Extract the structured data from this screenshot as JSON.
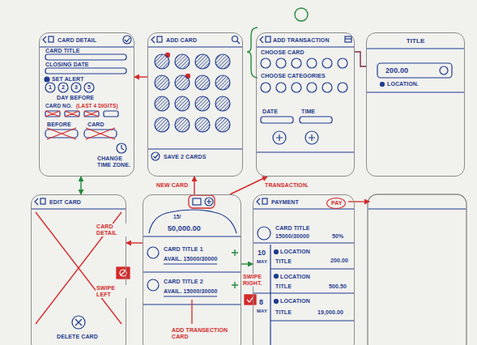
{
  "diagram": {
    "nodes": [
      {
        "text": [
          "CARD DETAIL"
        ]
      },
      {
        "text": [
          "ADD CARD"
        ]
      },
      {
        "text": [
          "ADD TRANSACTION"
        ]
      },
      {
        "text": [
          "TITLE"
        ]
      },
      {
        "text": [
          "EDIT CARD"
        ]
      },
      {
        "text": [
          "50,000.00"
        ]
      },
      {
        "text": [
          "PAYMENT"
        ]
      },
      {
        "text": [
          "PAY"
        ],
        "in": 6
      }
    ],
    "edges": [
      {
        "from": 5,
        "to": 1,
        "arrow": "to",
        "label": "NEW CARD"
      },
      {
        "from": 5,
        "to": 2,
        "arrow": "to",
        "label": "TRANSACTION."
      },
      {
        "from": 0,
        "to": 4,
        "arrow": "both"
      },
      {
        "from": 2,
        "to": 3,
        "arrow": "none"
      },
      {
        "from": 5,
        "to": 4,
        "arrow": "to",
        "label": "CARD DETAIL"
      },
      {
        "from": 5,
        "to": 6,
        "arrow": "to"
      },
      {
        "from": 1,
        "to": 0,
        "arrow": "to"
      }
    ],
    "labels": [
      "CARD TITLE",
      "CLOSING DATE",
      "SET ALERT",
      "1",
      "2",
      "3",
      "5",
      "DAY BEFORE",
      "CARD NO.",
      "(LAST 4 DIGITS)",
      "BEFORE",
      "CARD",
      "CHANGE TIME ZONE.",
      "SAVE 2 CARDS",
      "CHOOSE CARD",
      "CHOOSE CATEGORIES",
      "DATE",
      "TIME",
      "200.00",
      "LOCATION.",
      "DELETE CARD",
      "15/",
      "CARD TITLE 1",
      "AVAIL. 15000/30000",
      "CARD TITLE 2",
      "AVAIL. 15000/30000",
      "SWIPE LEFT",
      "SWIPE RIGHT.",
      "ADD TRANSECTION CARD",
      "CARD TITLE",
      "15000/30000",
      "50%",
      "10",
      "MAY",
      "LOCATION",
      "TITLE",
      "200.00",
      "LOCATION",
      "TITLE",
      "500.50",
      "8",
      "MAY",
      "LOCATION",
      "TITLE",
      "19,000.00"
    ]
  }
}
